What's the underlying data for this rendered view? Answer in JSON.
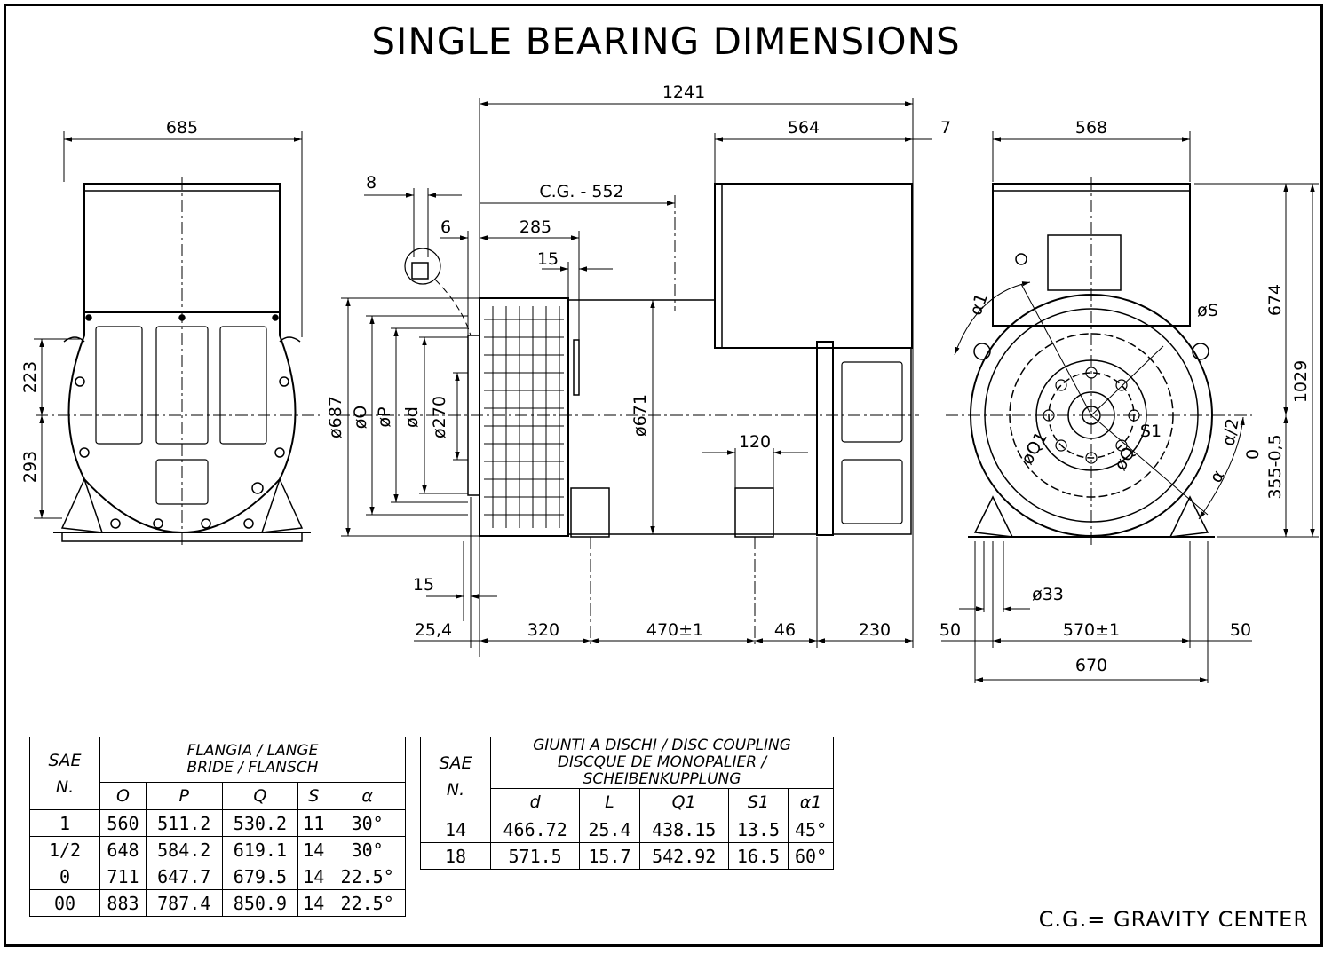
{
  "title": "SINGLE BEARING DIMENSIONS",
  "note": "C.G.= GRAVITY CENTER",
  "dims": {
    "front_width": "685",
    "front_h_upper": "223",
    "front_h_lower": "293",
    "overall_length": "1241",
    "box_length": "564",
    "box_offset": "7",
    "cg": "C.G. - 552",
    "d8": "8",
    "d6": "6",
    "d285": "285",
    "d15_top": "15",
    "dia687": "ø687",
    "diaO": "øO",
    "diaP": "øP",
    "diad": "ød",
    "dia270": "ø270",
    "dia671": "ø671",
    "d120": "120",
    "d15_bottom": "15",
    "d25_4": "25,4",
    "d320": "320",
    "d470": "470±1",
    "d46": "46",
    "d230": "230",
    "end_width": "568",
    "h674": "674",
    "h1029": "1029",
    "shaft_height": "355-0,5",
    "shaft_tol": "0",
    "alpha1": "α1",
    "diaS": "øS",
    "S1": "S1",
    "alpha_half": "α/2",
    "alpha": "α",
    "diaQ1": "øQ1",
    "diaQ": "øQ",
    "dia33": "ø33",
    "d50_left": "50",
    "d570": "570±1",
    "d50_right": "50",
    "d670": "670"
  },
  "flange_table": {
    "sae_header": [
      "SAE",
      "N."
    ],
    "group_header": [
      "FLANGIA / LANGE",
      "BRIDE / FLANSCH"
    ],
    "columns": [
      "O",
      "P",
      "Q",
      "S",
      "α"
    ],
    "rows": [
      [
        "1",
        "560",
        "511.2",
        "530.2",
        "11",
        "30°"
      ],
      [
        "1/2",
        "648",
        "584.2",
        "619.1",
        "14",
        "30°"
      ],
      [
        "0",
        "711",
        "647.7",
        "679.5",
        "14",
        "22.5°"
      ],
      [
        "00",
        "883",
        "787.4",
        "850.9",
        "14",
        "22.5°"
      ]
    ]
  },
  "coupling_table": {
    "sae_header": [
      "SAE",
      "N."
    ],
    "group_header": [
      "GIUNTI A DISCHI / DISC COUPLING",
      "DISCQUE DE MONOPALIER / SCHEIBENKUPPLUNG"
    ],
    "columns": [
      "d",
      "L",
      "Q1",
      "S1",
      "α1"
    ],
    "rows": [
      [
        "14",
        "466.72",
        "25.4",
        "438.15",
        "13.5",
        "45°"
      ],
      [
        "18",
        "571.5",
        "15.7",
        "542.92",
        "16.5",
        "60°"
      ]
    ]
  }
}
